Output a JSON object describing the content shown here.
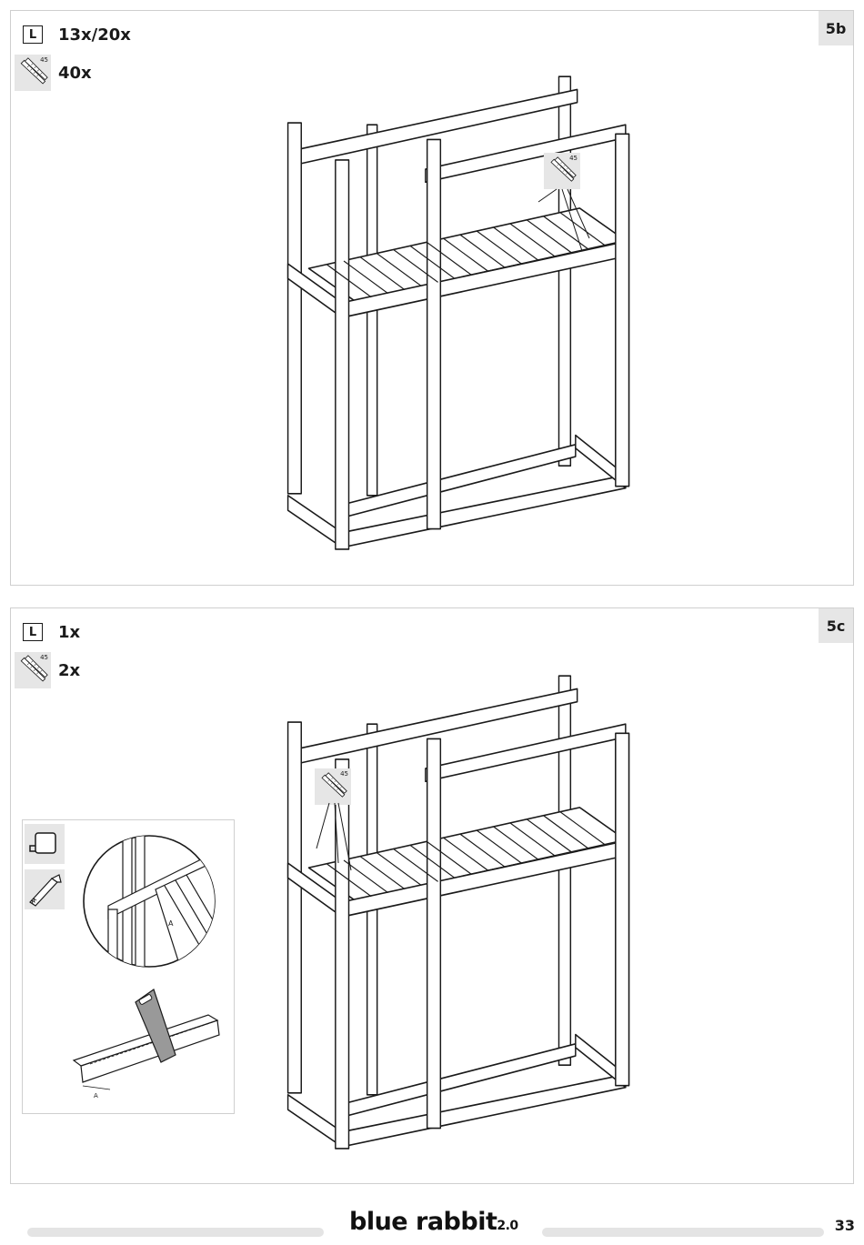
{
  "step_5b": {
    "step_label": "5b",
    "parts": [
      {
        "icon": "part-l-icon",
        "letter": "L",
        "qty": "13x/20x"
      },
      {
        "icon": "screw-icon",
        "size": "45",
        "qty": "40x"
      }
    ],
    "callout_screw_size": "45"
  },
  "step_5c": {
    "step_label": "5c",
    "parts": [
      {
        "icon": "part-l-icon",
        "letter": "L",
        "qty": "1x"
      },
      {
        "icon": "screw-icon",
        "size": "45",
        "qty": "2x"
      }
    ],
    "callout_screw_size": "45",
    "detail": {
      "tools": [
        "measuring-tape-icon",
        "saw-icon"
      ],
      "dimension_label": "A"
    }
  },
  "footer": {
    "brand": "blue rabbit",
    "brand_version": "2.0",
    "page_number": "33"
  },
  "colors": {
    "line": "#1a1a1a",
    "panel_grey": "#e6e6e6",
    "border": "#cfcfcf"
  }
}
